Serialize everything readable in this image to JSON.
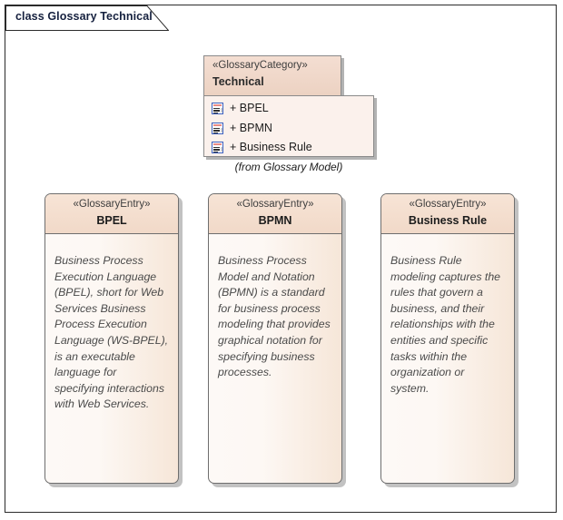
{
  "frame": {
    "title": "class Glossary Technical"
  },
  "package": {
    "stereotype": "«GlossaryCategory»",
    "name": "Technical",
    "from_label": "(from Glossary Model)",
    "items": [
      {
        "icon": "document-list-icon",
        "label": "+ BPEL"
      },
      {
        "icon": "document-list-icon",
        "label": "+ BPMN"
      },
      {
        "icon": "document-list-icon",
        "label": "+ Business Rule"
      }
    ]
  },
  "classes": [
    {
      "stereotype": "«GlossaryEntry»",
      "name": "BPEL",
      "description": "Business Process\nExecution Language\n(BPEL), short for Web\nServices Business\nProcess Execution\nLanguage (WS-BPEL),\nis an executable\nlanguage for\nspecifying interactions\nwith Web Services."
    },
    {
      "stereotype": "«GlossaryEntry»",
      "name": "BPMN",
      "description": "Business Process\nModel and Notation\n(BPMN) is a standard\nfor business process\nmodeling that provides\ngraphical notation for\nspecifying business\nprocesses."
    },
    {
      "stereotype": "«GlossaryEntry»",
      "name": "Business Rule",
      "description": "Business Rule\nmodeling captures the\nrules that govern a\nbusiness, and their\nrelationships with the\nentities and specific\ntasks within the\norganization or\nsystem."
    }
  ],
  "colors": {
    "frame_border": "#2b2b2b",
    "node_border": "#6e6e6e",
    "header_fill": "#f1d9c8",
    "body_fill": "#fdf8f4",
    "title_text": "#16213f",
    "icon_border": "#3b5fbe",
    "icon_accent": "#e88a84"
  }
}
